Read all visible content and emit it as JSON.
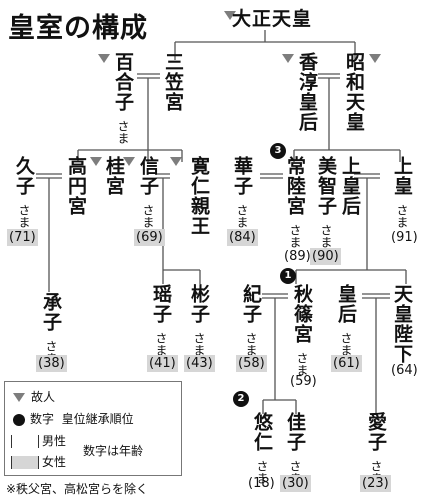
{
  "title": "皇室の構成",
  "nodes": {
    "taisho": "大正天皇",
    "yuriko": "百合子",
    "yuriko_sama": "さま",
    "mikasa": "三笠宮",
    "kojun": "香淳皇后",
    "showa": "昭和天皇",
    "hisako": "久子",
    "hisako_sama": "さま",
    "hisako_age": "(71)",
    "takamado": "高円宮",
    "katsura": "桂宮",
    "nobuko": "信子",
    "nobuko_sama": "さま",
    "nobuko_age": "(69)",
    "tomohito": "寛仁親王",
    "hanako": "華子",
    "hanako_sama": "さま",
    "hanako_age": "(84)",
    "hitachi": "常陸宮",
    "hitachi_sama": "さま",
    "hitachi_age": "(89)",
    "michiko": "美智子",
    "michiko_sama": "さま",
    "michiko_age": "(90)",
    "joko": "上皇后",
    "joko_emperor": "上皇",
    "joko_emperor_sama": "さま",
    "joko_emperor_age": "(91)",
    "tsuguko": "承子",
    "tsuguko_sama": "さま",
    "tsuguko_age": "(38)",
    "yoko": "瑶子",
    "yoko_sama": "さま",
    "yoko_age": "(41)",
    "akiko": "彬子",
    "akiko_sama": "さま",
    "akiko_age": "(43)",
    "kiko": "紀子",
    "kiko_sama": "さま",
    "kiko_age": "(58)",
    "akishino": "秋篠宮",
    "akishino_sama": "さま",
    "akishino_age": "(59)",
    "kogo": "皇后",
    "kogo_sama": "さま",
    "kogo_age": "(61)",
    "tenno": "天皇陛下",
    "tenno_age": "(64)",
    "hisahito": "悠仁",
    "hisahito_sama": "さま",
    "hisahito_age": "(18)",
    "kako": "佳子",
    "kako_sama": "さま",
    "kako_age": "(30)",
    "aiko": "愛子",
    "aiko_sama": "さま",
    "aiko_age": "(23)"
  },
  "succession": {
    "first": "1",
    "second": "2",
    "third": "3"
  },
  "legend": {
    "deceased": "故人",
    "number": "数字",
    "succession": "皇位継承順位",
    "male": "男性",
    "female": "女性",
    "age": "数字は年齢"
  },
  "note": "※秩父宮、高松宮らを除く",
  "colors": {
    "female_box": "#d6d6d6",
    "deceased_mark": "#7d7d7d",
    "line": "#555555"
  }
}
